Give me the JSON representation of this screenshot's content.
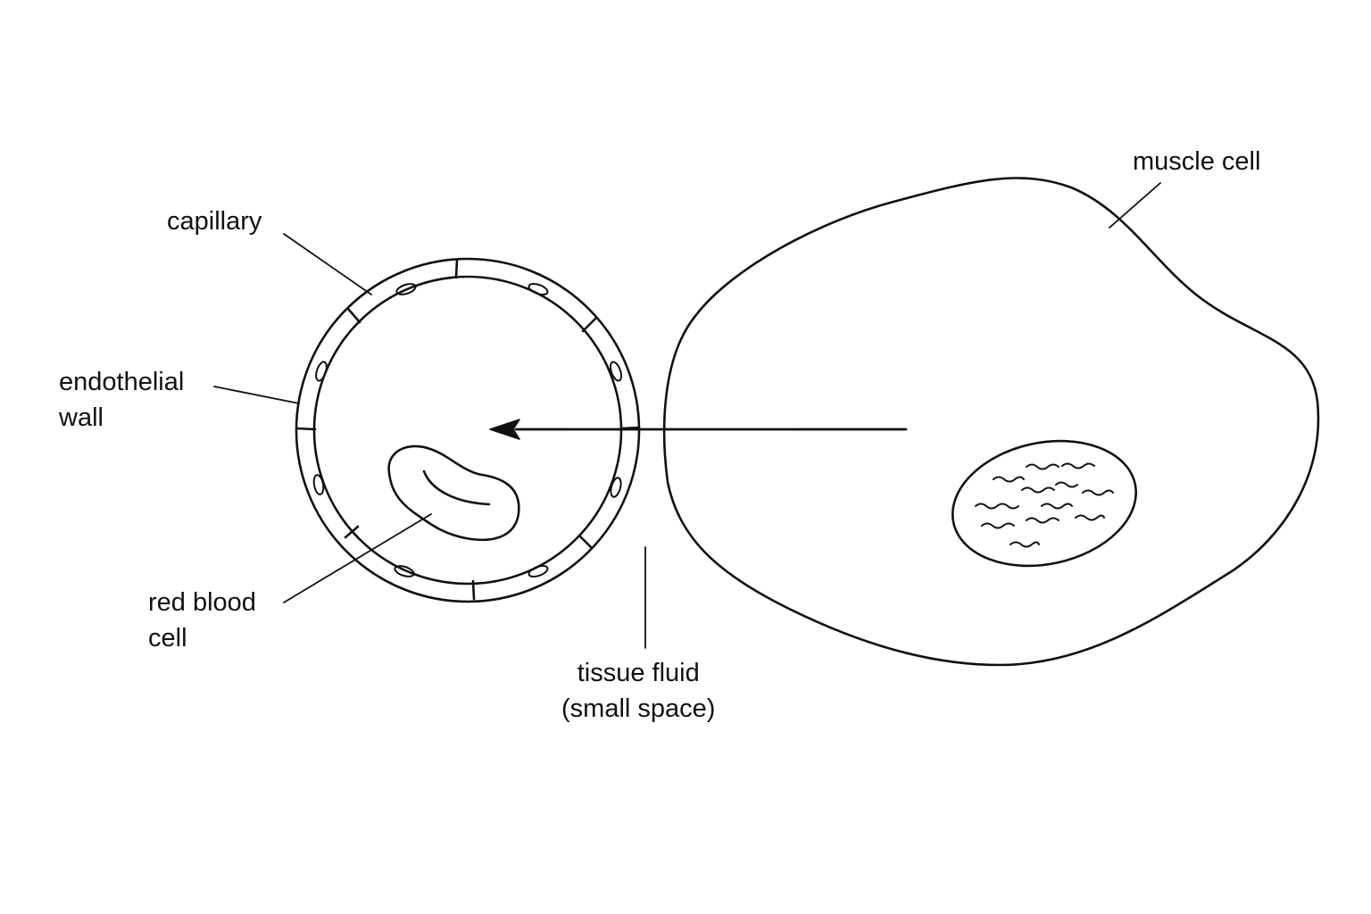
{
  "labels": {
    "capillary": "capillary",
    "endothelial_wall": [
      "endothelial",
      "wall"
    ],
    "red_blood_cell": [
      "red blood",
      "cell"
    ],
    "tissue_fluid": [
      "tissue fluid",
      "(small space)"
    ],
    "muscle_cell": "muscle cell"
  },
  "colors": {
    "ink": "#111111",
    "background": "#ffffff"
  }
}
